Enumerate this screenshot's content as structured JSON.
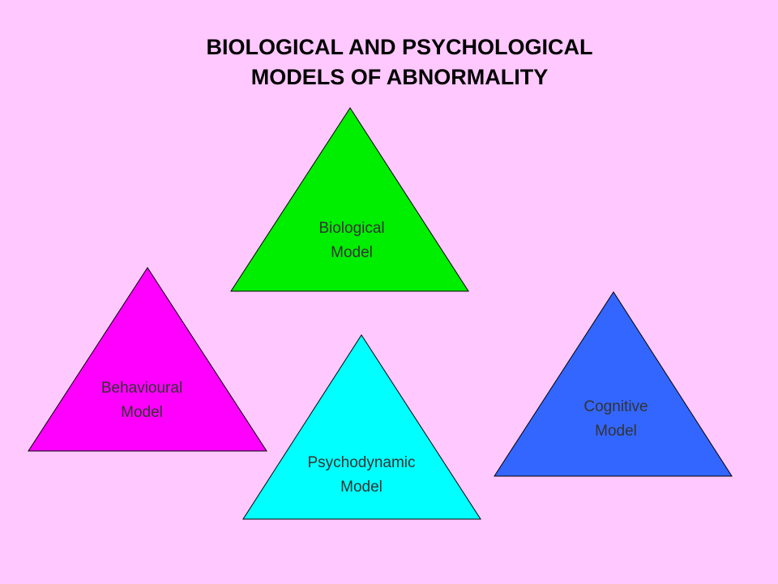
{
  "title": {
    "line1": "BIOLOGICAL AND PSYCHOLOGICAL",
    "line2": "MODELS OF ABNORMALITY"
  },
  "models": {
    "biological": {
      "line1": "Biological",
      "line2": "Model",
      "color": "#00EE00"
    },
    "behavioural": {
      "line1": "Behavioural",
      "line2": "Model",
      "color": "#FF00FF"
    },
    "psychodynamic": {
      "line1": "Psychodynamic",
      "line2": "Model",
      "color": "#00FFFF"
    },
    "cognitive": {
      "line1": "Cognitive",
      "line2": "Model",
      "color": "#3366FF"
    }
  }
}
